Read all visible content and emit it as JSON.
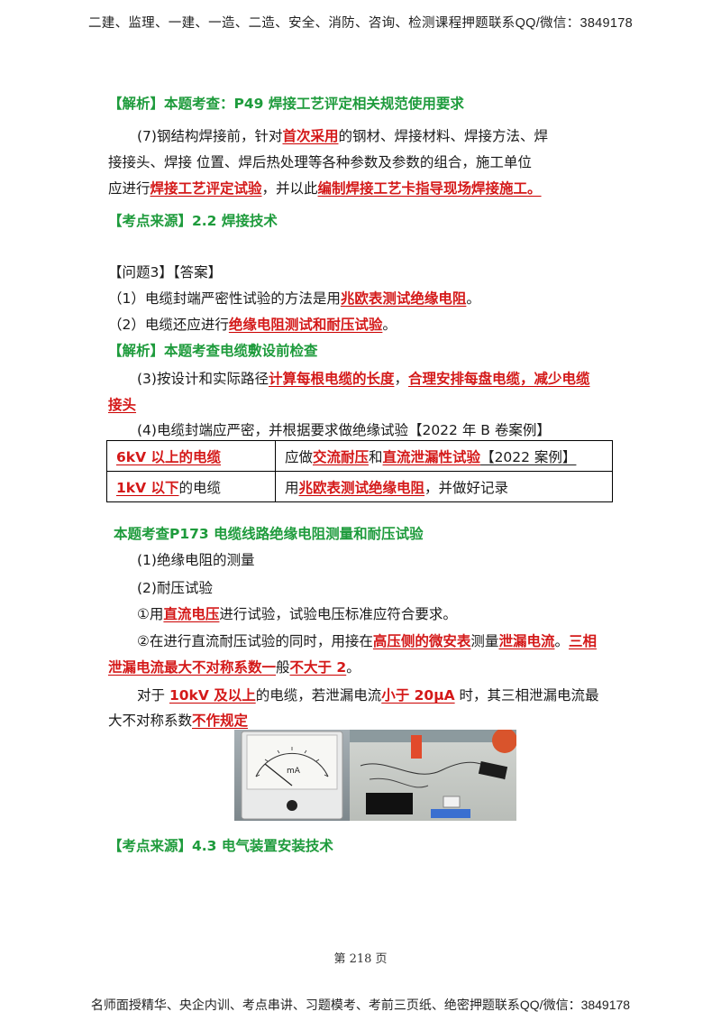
{
  "header": {
    "text": "二建、监理、一建、一造、二造、安全、消防、咨询、检测课程押题联系QQ/微信：3849178"
  },
  "footer": {
    "text": "名师面授精华、央企内训、考点串讲、习题模考、考前三页纸、绝密押题联系QQ/微信：3849178"
  },
  "page_number": "第 218 页",
  "s1": {
    "analysis": "【解析】本题考查：P49  焊接工艺评定相关规范使用要求",
    "p1_a": "(7)钢结构焊接前，针对",
    "p1_b": "首次采用",
    "p1_c": "的钢材、焊接材料、焊接方法、焊",
    "p2": "接接头、焊接  位置、焊后热处理等各种参数及参数的组合，施工单位",
    "p3_a": "应进行",
    "p3_b": "焊接工艺评定试验",
    "p3_c": "，并以此",
    "p3_d": "编制焊接工艺卡指导现场焊接施工。",
    "source": "【考点来源】2.2  焊接技术"
  },
  "q3": {
    "title": "【问题3】【答案】",
    "a1_a": "（1）电缆封端严密性试验的方法是用",
    "a1_b": "兆欧表测试绝缘电阻",
    "a1_c": "。",
    "a2_a": "（2）电缆还应进行",
    "a2_b": "绝缘电阻测试和耐压试验",
    "a2_c": "。",
    "analysis": "【解析】本题考查电缆敷设前检查",
    "p3_a": "(3)按设计和实际路径",
    "p3_b": "计算每根电缆的长度",
    "p3_c": "，",
    "p3_d": "合理安排每盘电缆，减少电缆",
    "p3_e": "接头",
    "p4": "(4)电缆封端应严密，并根据要求做绝缘试验【2022 年 B 卷案例】"
  },
  "table": {
    "r1_c1": "6kV 以上的电缆",
    "r1_c2_a": "应做",
    "r1_c2_b": "交流耐压",
    "r1_c2_c": "和",
    "r1_c2_d": "直流泄漏性试验",
    "r1_c2_e": "【2022 案例】",
    "r2_c1_a": "1kV 以下",
    "r2_c1_b": "的电缆",
    "r2_c2_a": "用",
    "r2_c2_b": "兆欧表测试绝缘电阻",
    "r2_c2_c": "，并做好记录"
  },
  "s3": {
    "title": "本题考查P173   电缆线路绝缘电阻测量和耐压试验",
    "l1": "(1)绝缘电阻的测量",
    "l2": "(2)耐压试验",
    "l3_a": "①用",
    "l3_b": "直流电压",
    "l3_c": "进行试验，试验电压标准应符合要求。",
    "l4_a": "②在进行直流耐压试验的同时，用接在",
    "l4_b": "高压侧的微安表",
    "l4_c": "测量",
    "l4_d": "泄漏电流",
    "l4_e": "。",
    "l4_f": "三相",
    "l5_a": "泄漏电流最大不对称系数一",
    "l5_b": "般",
    "l5_c": "不大于 2",
    "l5_d": "。",
    "l6_a": "对于 ",
    "l6_b": "10kV 及以上",
    "l6_c": "的电缆，若泄漏电流",
    "l6_d": "小于 20μA",
    "l6_e": " 时，其三相泄漏电流最",
    "l7_a": "大不对称系数",
    "l7_b": "不作规定",
    "meter_unit": "mA",
    "source": "【考点来源】4.3  电气装置安装技术"
  },
  "colors": {
    "green": "#1e9b3c",
    "red": "#d41919"
  }
}
